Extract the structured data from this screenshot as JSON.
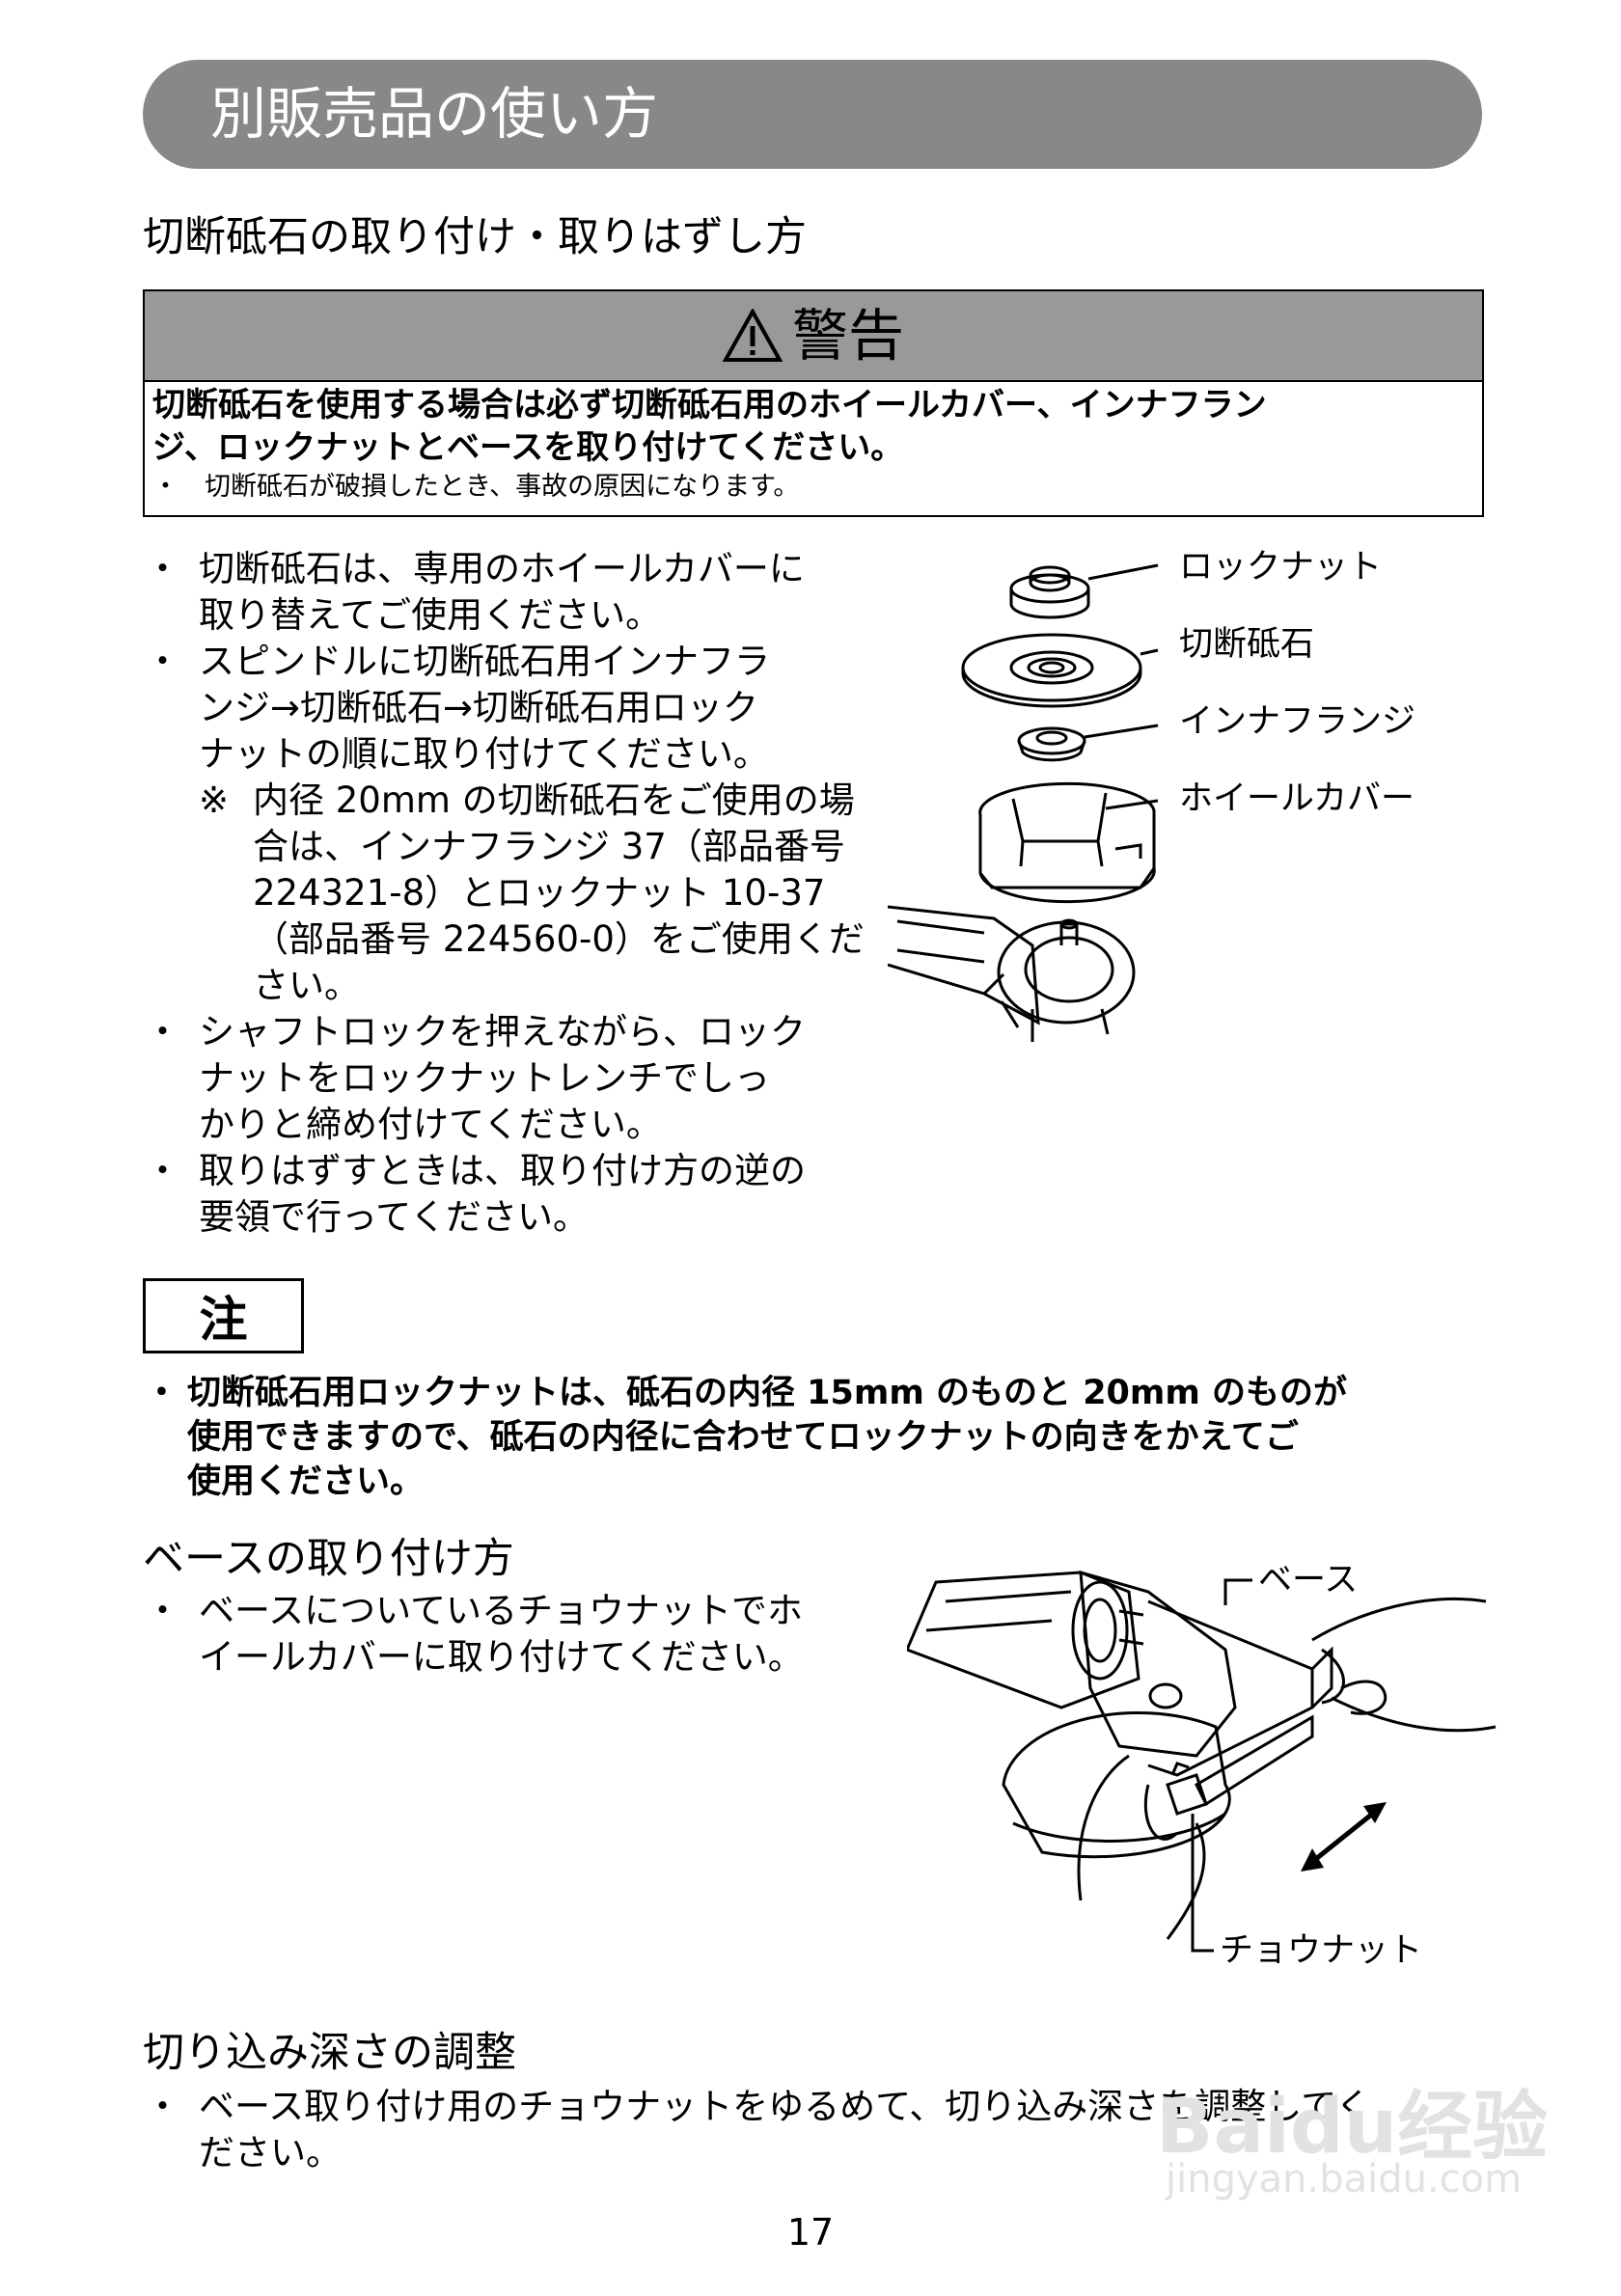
{
  "header": {
    "title": "別販売品の使い方"
  },
  "section1": {
    "heading": "切断砥石の取り付け・取りはずし方",
    "warning": {
      "title": "警告",
      "lines": [
        "切断砥石を使用する場合は必ず切断砥石用のホイールカバー、インナフラン",
        "ジ、ロックナットとベースを取り付けてください。"
      ],
      "note": "・　切断砥石が破損したとき、事故の原因になります。"
    },
    "bullet": "・",
    "steps": [
      [
        "切断砥石は、専用のホイールカバーに",
        "取り替えてご使用ください。"
      ],
      [
        "スピンドルに切断砥石用インナフラ",
        "ンジ→切断砥石→切断砥石用ロック",
        "ナットの順に取り付けてください。"
      ],
      [
        "シャフトロックを押えながら、ロック",
        "ナットをロックナットレンチでしっ",
        "かりと締め付けてください。"
      ],
      [
        "取りはずすときは、取り付け方の逆の",
        "要領で行ってください。"
      ]
    ],
    "remark": {
      "mark": "※",
      "lines": [
        "内径 20mm の切断砥石をご使用の場",
        "合は、インナフランジ 37（部品番号",
        "224321-8）とロックナット 10-37",
        "（部品番号 224560-0）をご使用くだ",
        "さい。"
      ]
    },
    "diagram_labels": {
      "lock_nut": "ロックナット",
      "wheel": "切断砥石",
      "inner_flange": "インナフランジ",
      "wheel_cover": "ホイールカバー"
    }
  },
  "note": {
    "title": "注",
    "bullet": "・",
    "lines": [
      "切断砥石用ロックナットは、砥石の内径 15mm のものと 20mm のものが",
      "使用できますので、砥石の内径に合わせてロックナットの向きをかえてご",
      "使用ください。"
    ]
  },
  "section2": {
    "heading": "ベースの取り付け方",
    "bullet": "・",
    "lines": [
      "ベースについているチョウナットでホ",
      "イールカバーに取り付けてください。"
    ],
    "diagram_labels": {
      "base": "ベース",
      "wing_nut": "チョウナット"
    }
  },
  "section3": {
    "heading": "切り込み深さの調整",
    "bullet": "・",
    "lines": [
      "ベース取り付け用のチョウナットをゆるめて、切り込み深さを調整してく",
      "ださい。"
    ]
  },
  "footer": {
    "page_number": "17"
  },
  "watermark": {
    "logo": "Baidu经验",
    "url": "jingyan.baidu.com"
  }
}
